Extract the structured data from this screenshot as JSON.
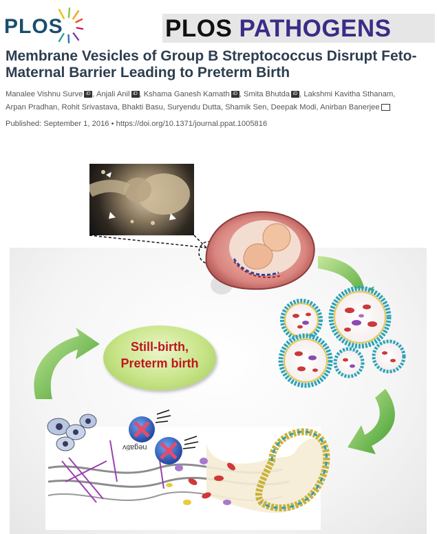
{
  "header": {
    "logo_text": "PLOS",
    "journal_name_part1": "PLOS",
    "journal_name_part2": "PATHOGENS"
  },
  "article": {
    "title_line1": "Membrane Vesicles of Group B Streptococcus Disrupt Feto-",
    "title_line2": "Maternal Barrier Leading to Preterm Birth",
    "authors_line1": [
      {
        "name": "Manalee Vishnu Surve",
        "orcid": true
      },
      {
        "name": "Anjali Anil",
        "orcid": true
      },
      {
        "name": "Kshama Ganesh Kamath",
        "orcid": true
      },
      {
        "name": "Smita Bhutda",
        "orcid": true
      },
      {
        "name": "Lakshmi Kavitha Sthanam",
        "orcid": false
      }
    ],
    "authors_line2": [
      {
        "name": "Arpan Pradhan"
      },
      {
        "name": "Rohit Srivastava"
      },
      {
        "name": "Bhakti Basu"
      },
      {
        "name": "Suryendu Dutta"
      },
      {
        "name": "Shamik Sen"
      },
      {
        "name": "Deepak Modi"
      },
      {
        "name": "Anirban Banerjee",
        "mail": true
      }
    ],
    "orcid_badge": "iD",
    "published": "Published: September 1, 2016",
    "separator": "•",
    "doi": "https://doi.org/10.1371/journal.ppat.1005816"
  },
  "figure": {
    "outcome_line1": "Still-birth,",
    "outcome_line2": "Preterm birth",
    "inflammation_label": "negativ"
  },
  "colors": {
    "accent_purple": "#3c2b86",
    "arrow_green": "#7dc242",
    "outcome_red": "#c0141e",
    "title_navy": "#2d3e4e"
  }
}
